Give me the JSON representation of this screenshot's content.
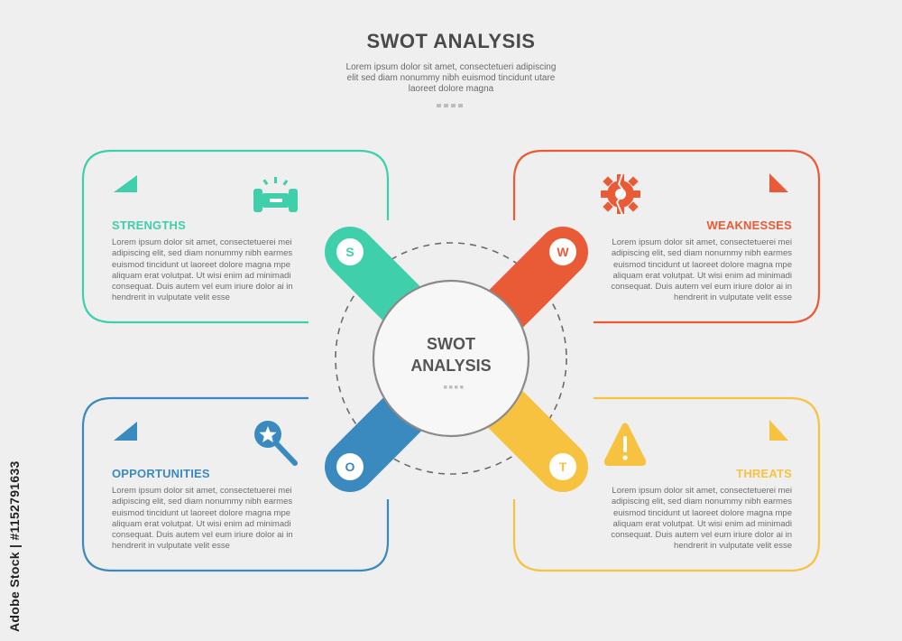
{
  "header": {
    "title": "SWOT ANALYSIS",
    "subtitle_lines": [
      "Lorem ipsum dolor sit amet, consectetueri adipiscing",
      "elit sed diam nonummy nibh euismod tincidunt utare",
      "laoreet dolore magna"
    ]
  },
  "center": {
    "line1": "SWOT",
    "line2": "ANALYSIS"
  },
  "colors": {
    "strengths": "#3fcfab",
    "weaknesses": "#e85b36",
    "opportunities": "#3b8abf",
    "threats": "#f8c241"
  },
  "sections": {
    "strengths": {
      "letter": "S",
      "heading": "STRENGTHS",
      "icon": "dumbbell-icon",
      "lines": [
        "Lorem ipsum dolor sit amet, consectetuerei mei",
        "adipiscing elit, sed diam nonummy nibh earmes",
        "euismod tincidunt ut laoreet dolore magna mpe",
        "aliquam erat volutpat. Ut wisi enim ad minimadi",
        "consequat. Duis autem vel eum iriure dolor ai in",
        "hendrerit in vulputate velit esse"
      ]
    },
    "weaknesses": {
      "letter": "W",
      "heading": "WEAKNESSES",
      "icon": "broken-gear-icon",
      "lines": [
        "Lorem ipsum dolor sit amet, consectetuerei mei",
        "adipiscing elit, sed diam nonummy nibh earmes",
        "euismod tincidunt ut laoreet dolore magna mpe",
        "aliquam erat volutpat. Ut wisi enim ad minimadi",
        "consequat. Duis autem vel eum iriure dolor ai in",
        "hendrerit in vulputate velit esse"
      ]
    },
    "opportunities": {
      "letter": "O",
      "heading": "OPPORTUNITIES",
      "icon": "search-star-icon",
      "lines": [
        "Lorem ipsum dolor sit amet, consectetuerei mei",
        "adipiscing elit, sed diam nonummy nibh earmes",
        "euismod tincidunt ut laoreet dolore magna mpe",
        "aliquam erat volutpat. Ut wisi enim ad minimadi",
        "consequat. Duis autem vel eum iriure dolor ai in",
        "hendrerit in vulputate velit esse"
      ]
    },
    "threats": {
      "letter": "T",
      "heading": "THREATS",
      "icon": "warning-icon",
      "lines": [
        "Lorem ipsum dolor sit amet, consectetuerei mei",
        "adipiscing elit, sed diam nonummy nibh earmes",
        "euismod tincidunt ut laoreet dolore magna mpe",
        "aliquam erat volutpat. Ut wisi enim ad minimadi",
        "consequat. Duis autem vel eum iriure dolor ai in",
        "hendrerit in vulputate velit esse"
      ]
    }
  },
  "watermark": {
    "text": "Adobe Stock | #1152791633"
  }
}
